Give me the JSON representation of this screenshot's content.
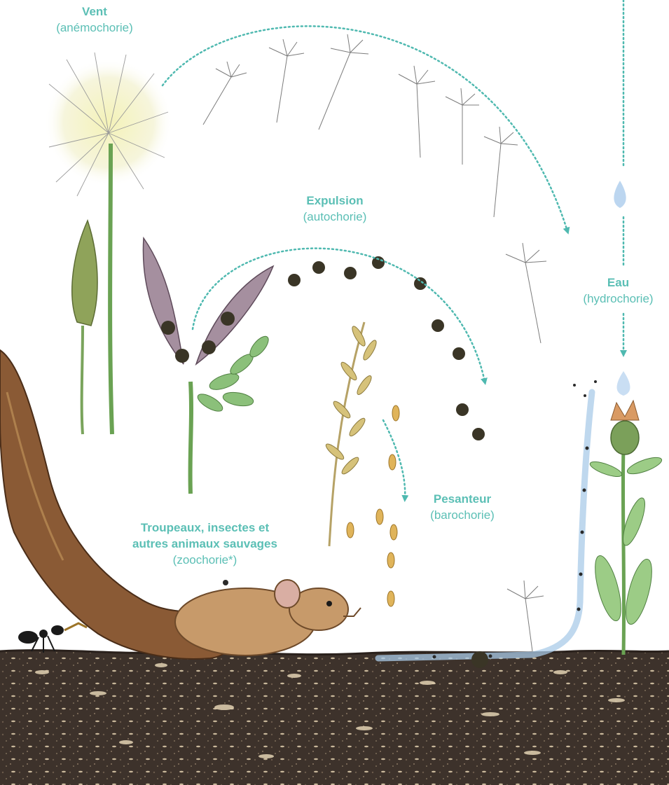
{
  "labels": {
    "wind": {
      "title": "Vent",
      "subtitle": "(anémochorie)"
    },
    "expulsion": {
      "title": "Expulsion",
      "subtitle": "(autochorie)"
    },
    "water": {
      "title": "Eau",
      "subtitle": "(hydrochorie)"
    },
    "gravity": {
      "title": "Pesanteur",
      "subtitle": "(barochorie)"
    },
    "animals": {
      "title_line1": "Troupeaux, insectes et",
      "title_line2": "autres animaux sauvages",
      "subtitle": "(zoochorie*)"
    }
  },
  "colors": {
    "label_text": "#5BBFB5",
    "arrow": "#4FB9B0",
    "soil": "#3b302a",
    "stem": "#6aa253",
    "water": "#a9cbe8"
  }
}
